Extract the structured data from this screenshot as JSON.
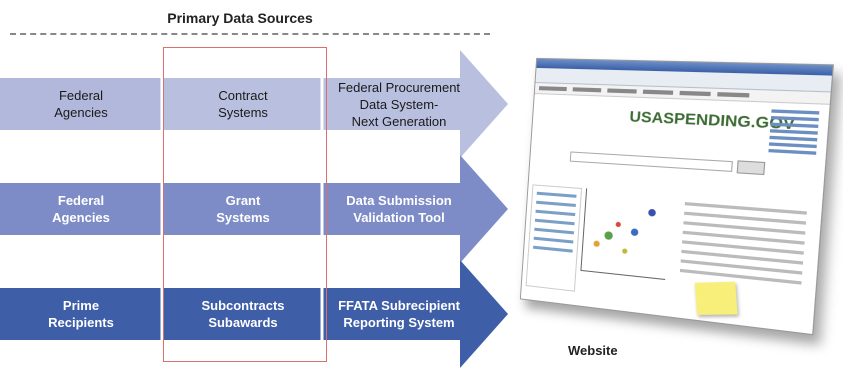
{
  "title": "Primary Data Sources",
  "rows": [
    {
      "col1": [
        "Federal",
        "Agencies"
      ],
      "col2": [
        "Contract",
        "Systems"
      ],
      "col3": [
        "Federal Procurement",
        "Data System-",
        "Next Generation"
      ]
    },
    {
      "col1": [
        "Federal",
        "Agencies"
      ],
      "col2": [
        "Grant",
        "Systems"
      ],
      "col3": [
        "Data Submission",
        "Validation Tool"
      ]
    },
    {
      "col1": [
        "Prime",
        "Recipients"
      ],
      "col2": [
        "Subcontracts",
        "Subawards"
      ],
      "col3": [
        "FFATA Subrecipient",
        "Reporting System"
      ]
    }
  ],
  "website_label": "Website",
  "website_logo": "USASPENDING.GOV",
  "colors": {
    "row1_light": "#b9bfde",
    "row1_dark": "#a9afd4",
    "row2_light": "#7d8cc7",
    "row2_dark": "#6f7fbf",
    "row3_light": "#3f5ea8",
    "row3_dark": "#35529b",
    "highlight": "#d96f6f"
  }
}
